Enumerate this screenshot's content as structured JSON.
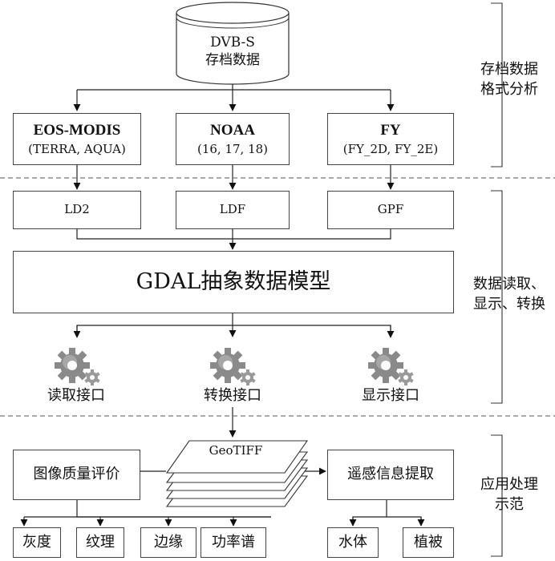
{
  "source": {
    "line1": "DVB-S",
    "line2": "存档数据"
  },
  "formats": [
    {
      "name": "EOS-MODIS",
      "sub": "(TERRA, AQUA)"
    },
    {
      "name": "NOAA",
      "sub": "(16, 17, 18)"
    },
    {
      "name": "FY",
      "sub": "(FY_2D, FY_2E)"
    }
  ],
  "drivers": [
    "LD2",
    "LDF",
    "GPF"
  ],
  "model": "GDAL抽象数据模型",
  "interfaces": [
    "读取接口",
    "转换接口",
    "显示接口"
  ],
  "geotiff": "GeoTIFF",
  "apps": {
    "quality": "图像质量评价",
    "extract": "遥感信息提取"
  },
  "quality_items": [
    "灰度",
    "纹理",
    "边缘",
    "功率谱"
  ],
  "extract_items": [
    "水体",
    "植被"
  ],
  "sections": [
    {
      "line1": "存档数据",
      "line2": "格式分析"
    },
    {
      "line1": "数据读取、",
      "line2": "显示、转换"
    },
    {
      "line1": "应用处理",
      "line2": "示范"
    }
  ]
}
